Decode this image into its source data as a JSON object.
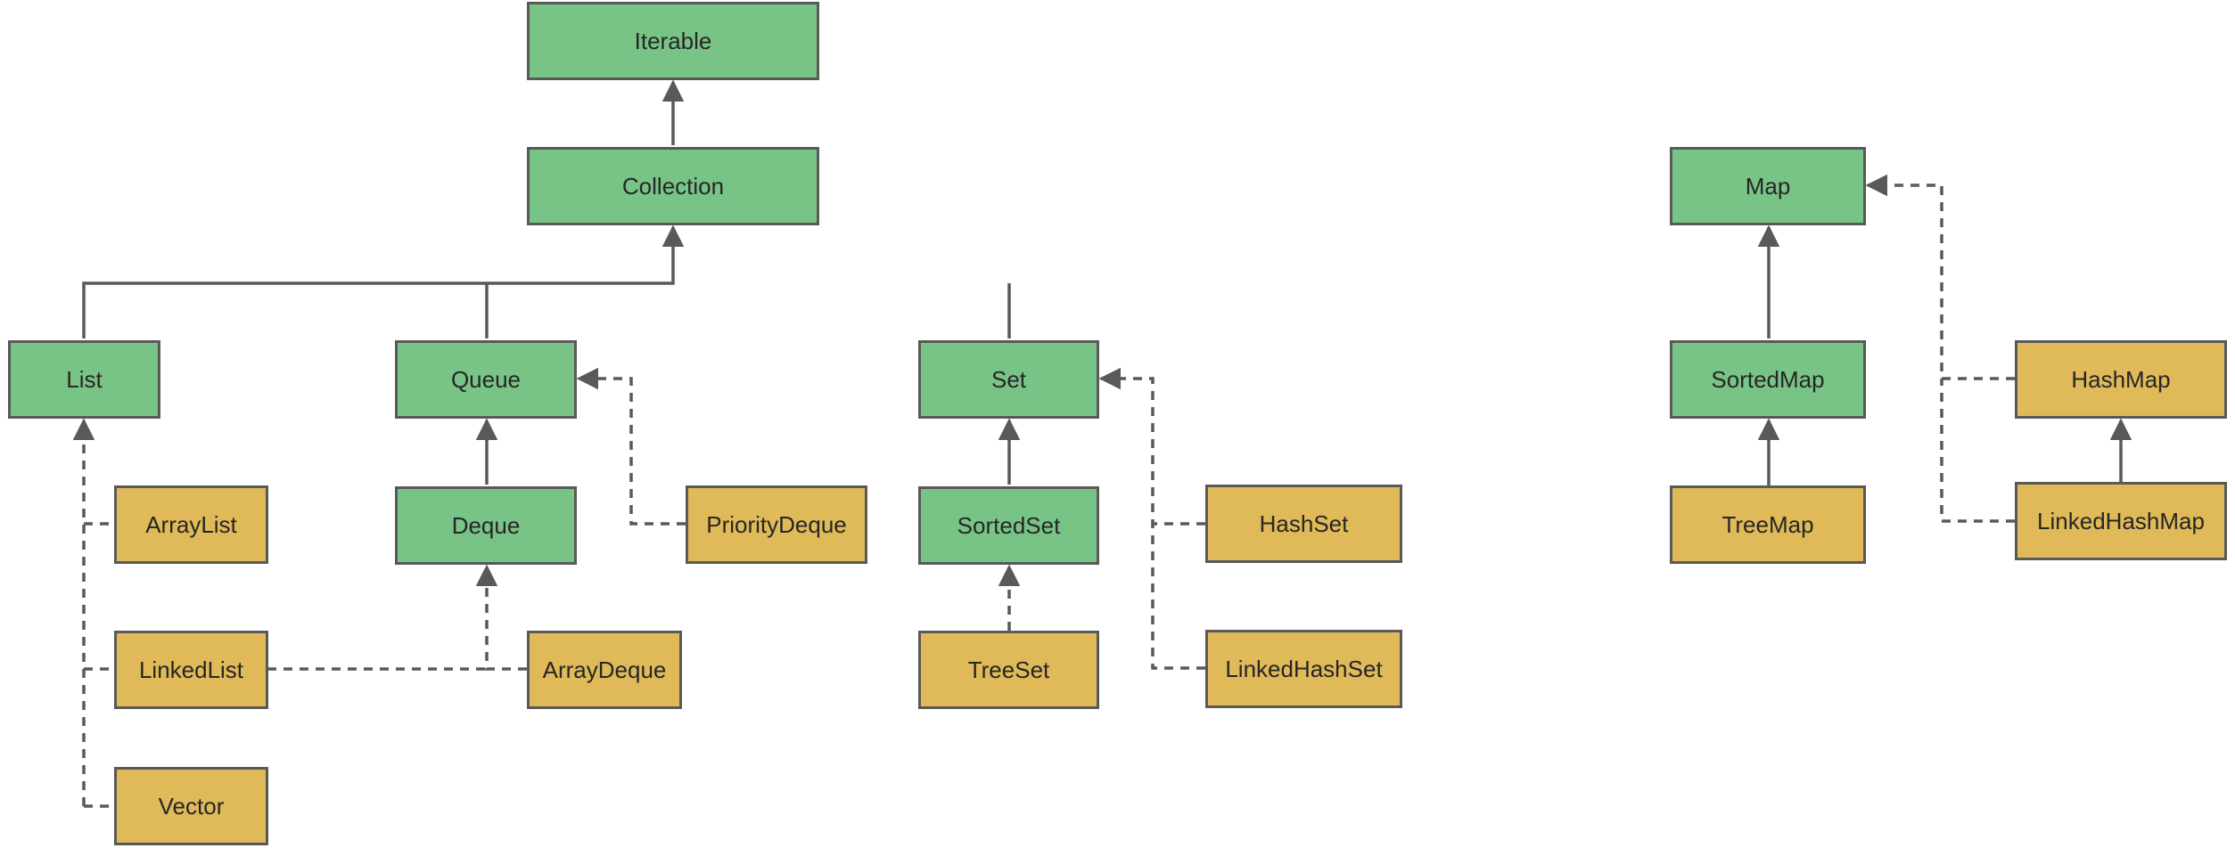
{
  "colors": {
    "interface_fill": "#78c487",
    "class_fill": "#e0b958",
    "border": "#595959",
    "line": "#595959",
    "text": "#262626"
  },
  "nodes": {
    "iterable": "Iterable",
    "collection": "Collection",
    "list": "List",
    "queue": "Queue",
    "set": "Set",
    "deque": "Deque",
    "sortedset": "SortedSet",
    "arraylist": "ArrayList",
    "linkedlist": "LinkedList",
    "vector": "Vector",
    "priorityqueue": "PriorityDeque",
    "arraydeque": "ArrayDeque",
    "treeset": "TreeSet",
    "hashset": "HashSet",
    "linkedhashset": "LinkedHashSet",
    "map": "Map",
    "sortedmap": "SortedMap",
    "treemap": "TreeMap",
    "hashmap": "HashMap",
    "linkedhashmap": "LinkedHashMap"
  }
}
